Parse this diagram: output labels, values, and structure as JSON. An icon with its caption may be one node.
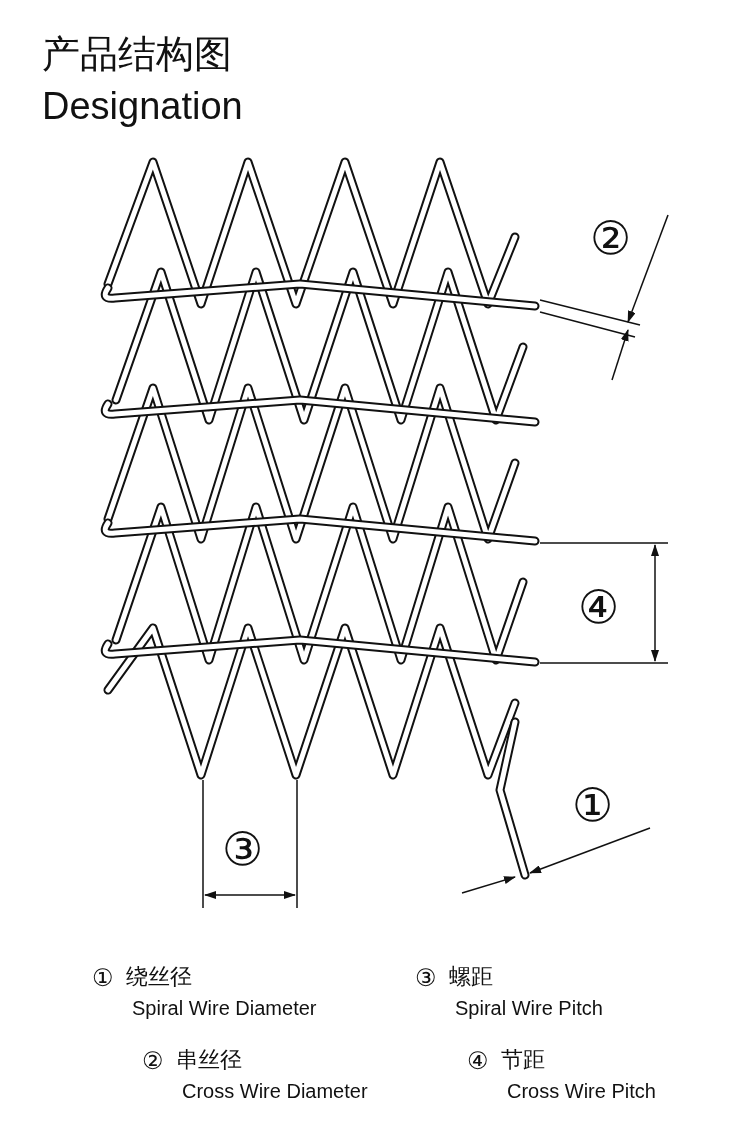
{
  "diagram": {
    "title": "产品结构图",
    "labels": [
      "Designation",
      "②",
      "④",
      "①",
      "③",
      "①",
      "绕丝径",
      "Spiral Wire Diameter",
      "③",
      "螺距",
      "Spiral Wire Pitch",
      "②",
      "串丝径",
      "Cross Wire Diameter",
      "④",
      "节距",
      "Cross Wire Pitch"
    ]
  }
}
